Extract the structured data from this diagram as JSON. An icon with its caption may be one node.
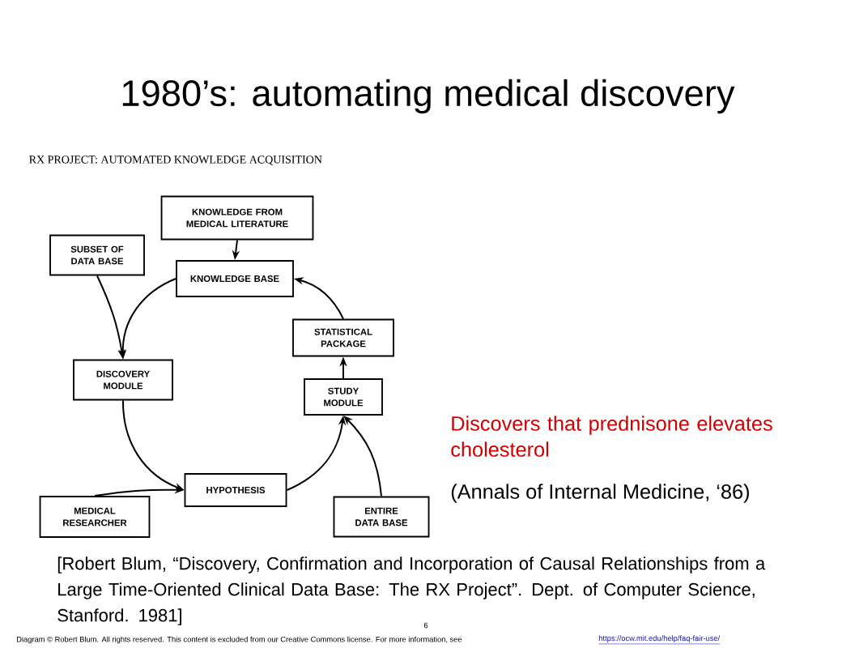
{
  "diagram": {
    "title": "1980’s: automating medical discovery",
    "nodes": [
      {
        "text": [
          "KNOWLEDGE FROM MEDICAL LITERATURE"
        ]
      },
      {
        "text": [
          "SUBSET OF DATA BASE"
        ]
      },
      {
        "text": [
          "KNOWLEDGE BASE"
        ]
      },
      {
        "text": [
          "STATISTICAL PACKAGE"
        ]
      },
      {
        "text": [
          "DISCOVERY MODULE"
        ]
      },
      {
        "text": [
          "STUDY MODULE"
        ]
      },
      {
        "text": [
          "HYPOTHESIS"
        ]
      },
      {
        "text": [
          "MEDICAL RESEARCHER"
        ]
      },
      {
        "text": [
          "ENTIRE DATA BASE"
        ]
      }
    ],
    "edges": [
      {
        "from": 0,
        "to": 2,
        "arrow": "to"
      },
      {
        "from": 2,
        "to": 4,
        "arrow": "to"
      },
      {
        "from": 1,
        "to": 4,
        "arrow": "to"
      },
      {
        "from": 4,
        "to": 6,
        "arrow": "to"
      },
      {
        "from": 7,
        "to": 6,
        "arrow": "to"
      },
      {
        "from": 6,
        "to": 5,
        "arrow": "to"
      },
      {
        "from": 8,
        "to": 5,
        "arrow": "to"
      },
      {
        "from": 5,
        "to": 3,
        "arrow": "to"
      },
      {
        "from": 3,
        "to": 2,
        "arrow": "to"
      }
    ],
    "labels": [
      "RX PROJECT: AUTOMATED KNOWLEDGE ACQUISITION",
      "Discovers that prednisone elevates cholesterol",
      "(Annals of Internal Medicine, ‘86)",
      "[Robert Blum, “Discovery, Confirmation and Incorporation of Causal Relationships from a Large Time-Oriented Clinical Data Base: The RX Project”. Dept. of Computer Science, Stanford. 1981]",
      "6",
      "Diagram © Robert Blum. All rights reserved. This content is excluded from our Creative Commons license. For more information, see",
      "https://ocw.mit.edu/help/faq-fair-use/"
    ]
  }
}
